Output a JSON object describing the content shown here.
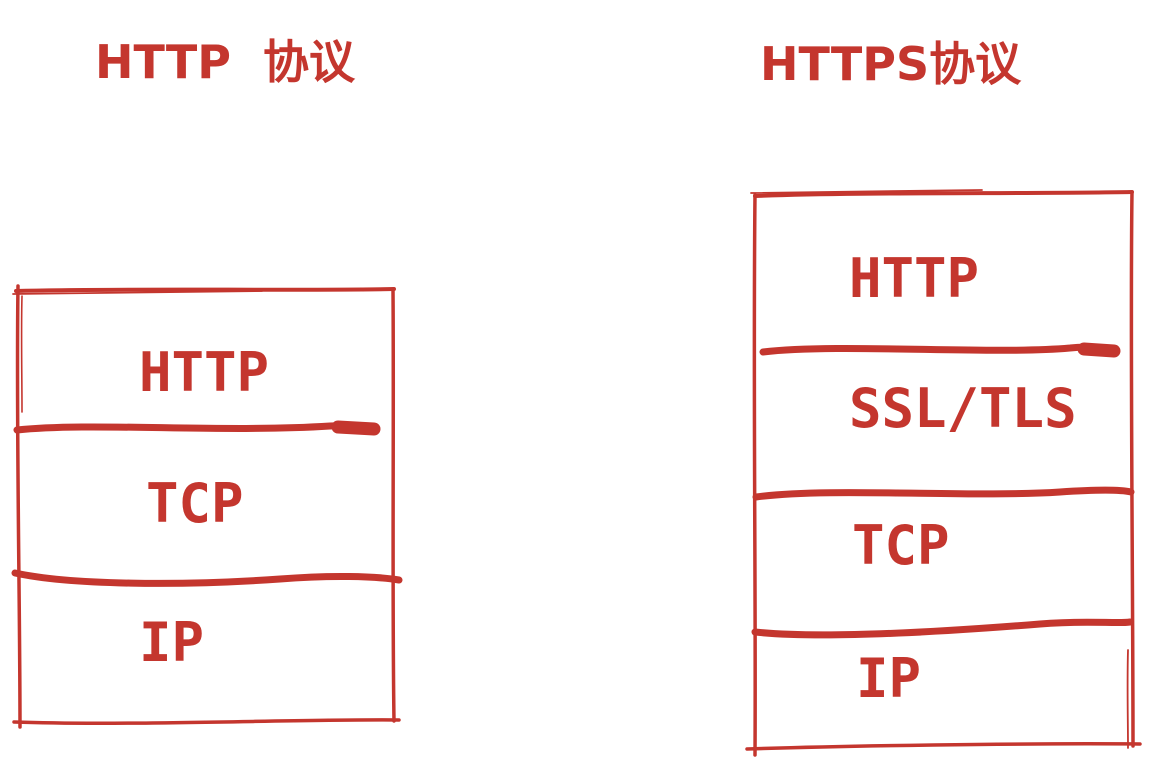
{
  "colors": {
    "ink": "#c4362e",
    "background": "#ffffff"
  },
  "left_stack": {
    "title": "HTTP 协议",
    "layers": [
      {
        "label": "HTTP"
      },
      {
        "label": "TCP"
      },
      {
        "label": "IP"
      }
    ]
  },
  "right_stack": {
    "title": "HTTPS协议",
    "layers": [
      {
        "label": "HTTP"
      },
      {
        "label": "SSL/TLS"
      },
      {
        "label": "TCP"
      },
      {
        "label": "IP"
      }
    ]
  }
}
